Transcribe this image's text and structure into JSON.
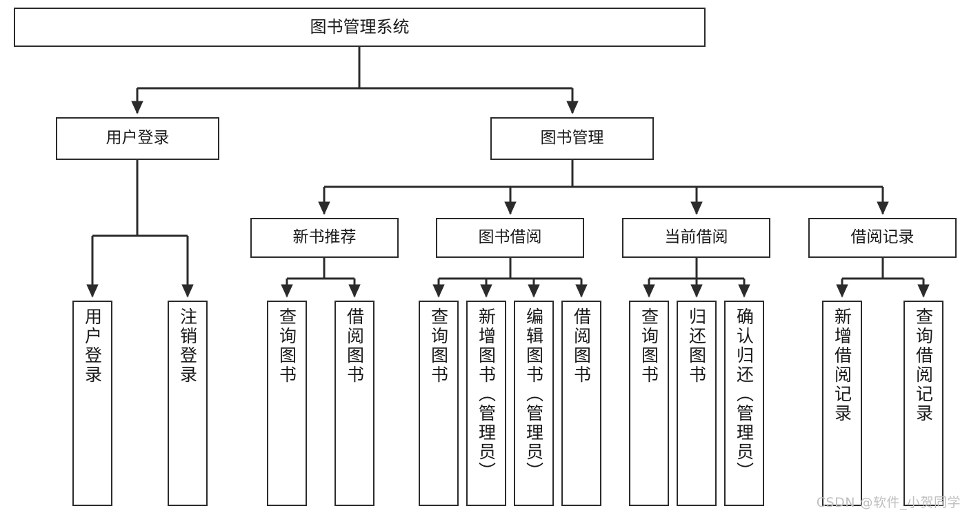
{
  "diagram": {
    "title": "图书管理系统",
    "watermark": "CSDN @软件_小贺同学",
    "edge_color": "#2b2b2b",
    "box_border_color": "#2b2b2b",
    "box_fill_color": "#ffffff",
    "text_color": "#1a1a1a",
    "watermark_color": "#bfbfbf"
  },
  "nodes": {
    "root": {
      "label": "图书管理系统"
    },
    "level1": [
      {
        "label": "用户登录"
      },
      {
        "label": "图书管理"
      }
    ],
    "level2": [
      {
        "label": "新书推荐"
      },
      {
        "label": "图书借阅"
      },
      {
        "label": "当前借阅"
      },
      {
        "label": "借阅记录"
      }
    ],
    "leaves": {
      "user_login": [
        {
          "label": "用户登录"
        },
        {
          "label": "注销登录"
        }
      ],
      "new_book_recommend": [
        {
          "label": "查询图书"
        },
        {
          "label": "借阅图书"
        }
      ],
      "book_borrow": [
        {
          "label": "查询图书"
        },
        {
          "label": "新增图书（管理员）"
        },
        {
          "label": "编辑图书（管理员）"
        },
        {
          "label": "借阅图书"
        }
      ],
      "current_borrow": [
        {
          "label": "查询图书"
        },
        {
          "label": "归还图书"
        },
        {
          "label": "确认归还（管理员）"
        }
      ],
      "borrow_records": [
        {
          "label": "新增借阅记录"
        },
        {
          "label": "查询借阅记录"
        }
      ]
    }
  }
}
